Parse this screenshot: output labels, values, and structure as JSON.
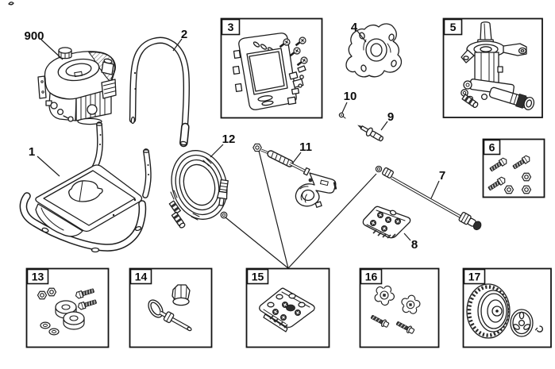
{
  "colors": {
    "ink": "#1d1d1d",
    "paper": "#ffffff"
  },
  "callouts": {
    "engine": "900",
    "frame": "1",
    "handle": "2",
    "panel_kit": "3",
    "flange": "4",
    "pump": "5",
    "bolt_kit": "6",
    "wand": "7",
    "nozzle_pouch": "8",
    "support_bolt": "9",
    "screw": "10",
    "spray_gun": "11",
    "hose": "12",
    "wheel_hardware_kit": "13",
    "handle_pin_kit": "14",
    "nozzle_kit": "15",
    "knob_kit": "16",
    "wheel_kit": "17"
  }
}
